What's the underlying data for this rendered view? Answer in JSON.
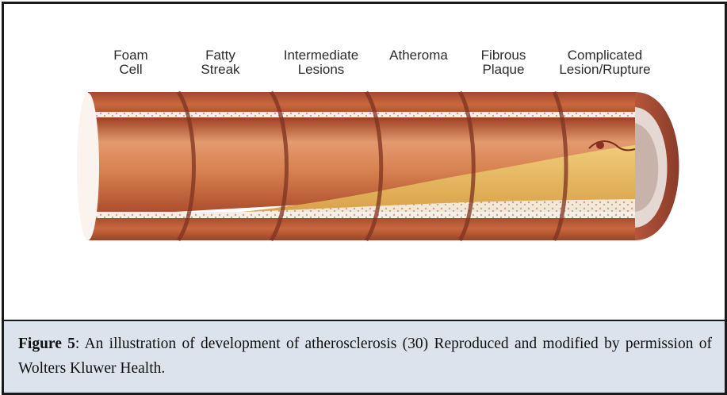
{
  "figure": {
    "stages": [
      {
        "line1": "Foam",
        "line2": "Cell"
      },
      {
        "line1": "Fatty",
        "line2": "Streak"
      },
      {
        "line1": "Intermediate",
        "line2": "Lesions"
      },
      {
        "line1": "Atheroma",
        "line2": ""
      },
      {
        "line1": "Fibrous",
        "line2": "Plaque"
      },
      {
        "line1": "Complicated",
        "line2": "Lesion/Rupture"
      }
    ],
    "caption_label": "Figure 5",
    "caption_text": ": An illustration of development of atherosclerosis (30) Reproduced and modified by permission of Wolters Kluwer Health."
  },
  "colors": {
    "vessel_wall": "#c0603a",
    "vessel_lumen": "#d8845a",
    "plaque": "#e8b65a",
    "caption_bg": "#dde3ed"
  }
}
